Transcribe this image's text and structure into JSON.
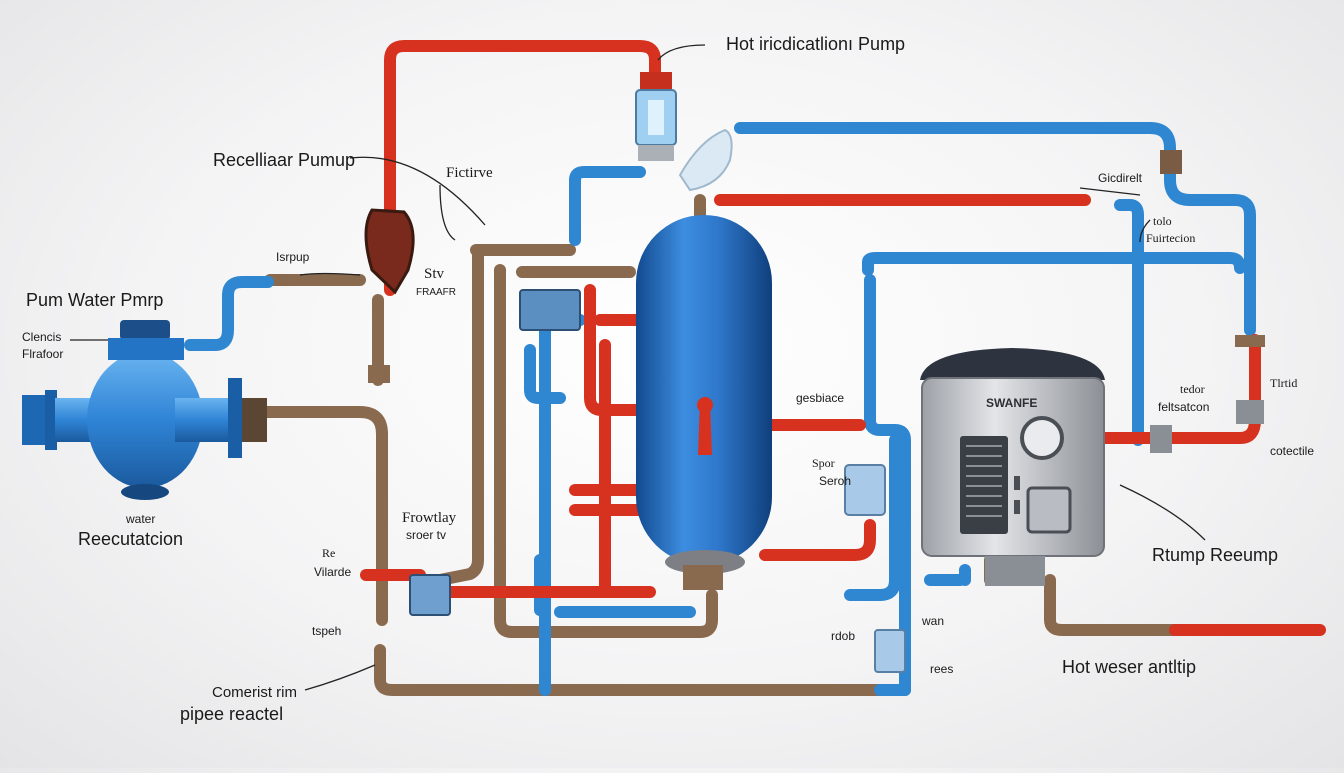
{
  "colors": {
    "hot_pipe": "#d6321f",
    "cold_pipe": "#2f86d1",
    "return_pipe": "#8a6a4f",
    "tank": "#2c74c9",
    "heater_body": "#c9ccd1",
    "pump": "#2f84d6"
  },
  "icons": {
    "pump": "centrifugal-pump-icon",
    "tank": "storage-tank-icon",
    "heater": "water-heater-icon",
    "valve": "valve-icon"
  },
  "labels": {
    "hot_recirculation_pump": "Hot iricdicatlionı Pump",
    "recirculation_pump": "Recelliaar Pumup",
    "fictive": "Fictirve",
    "isrpup": "Isrpup",
    "pump_water_pump": "Pum Water Pmrp",
    "clencis": "Clencis",
    "flrafoor": "Flrafoor",
    "water": "water",
    "recirculation": "Reecutatcion",
    "stv": "Stv",
    "fraafr": "FRAAFR",
    "gicdirelt": "Gicdirelt",
    "tolo": "tolo",
    "fuirtecion": "Fuirtecion",
    "gestiace": "gesbiace",
    "brand": "SWANFE",
    "spor": "Spor",
    "seroh": "Seroh",
    "tedor": "tedor",
    "feltsatcon": "feltsatcon",
    "tlrtid": "Tlrtid",
    "cotectile": "cotectile",
    "frowtiny": "Frowtlay",
    "sroer_tv": "sroer tv",
    "re": "Re",
    "vilarrde": "Vilarde",
    "tspeh": "tspeh",
    "rump_reeump": "Rtump Reeump",
    "wan": "wan",
    "rdob": "rdob",
    "rees": "rees",
    "hot_water_antitup": "Hot weser antltip",
    "cornerist_rim": "Comerist rim",
    "pipe_reactel": "pipee reactel"
  }
}
